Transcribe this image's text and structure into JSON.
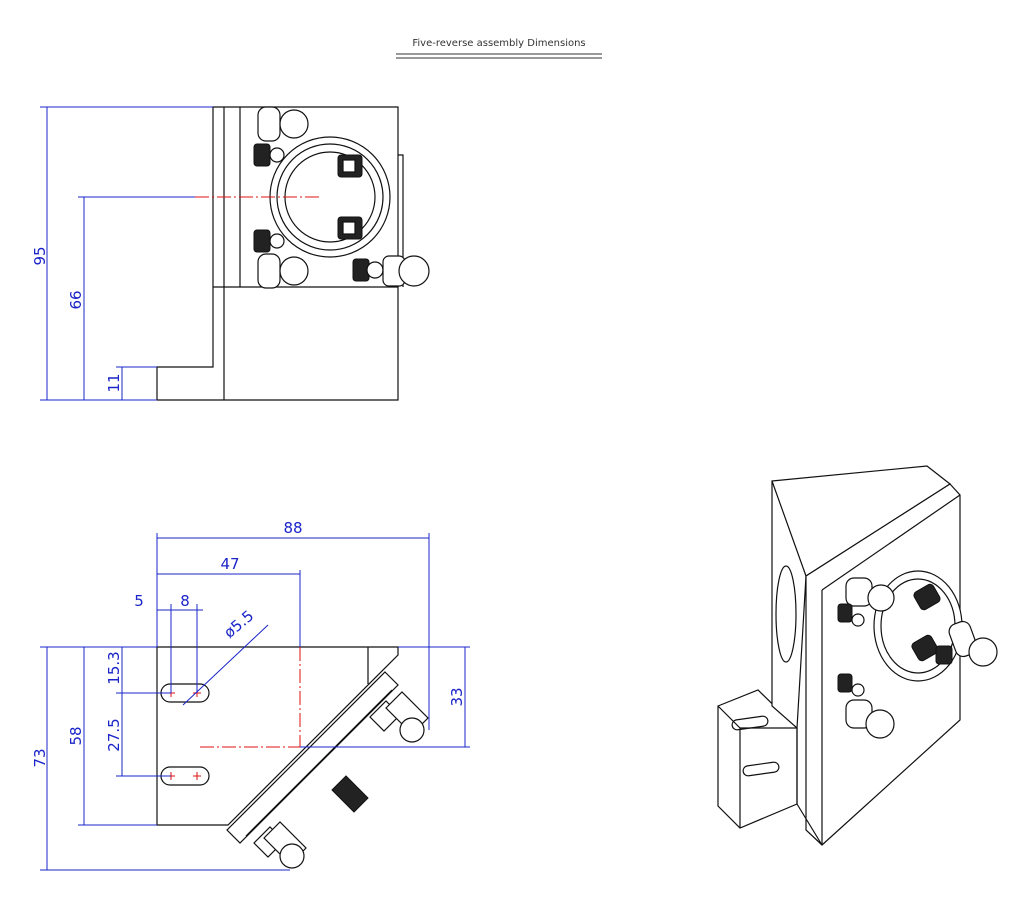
{
  "title": "Five-reverse assembly Dimensions",
  "colors": {
    "dimension": "#1a24c8",
    "centerline": "#e01010",
    "outline": "#111111"
  },
  "front_view": {
    "dims": {
      "height_total": "95",
      "center_height": "66",
      "base_height": "11"
    }
  },
  "top_view": {
    "dims": {
      "width_total": "88",
      "center_offset": "47",
      "slot_edge": "5",
      "slot_width": "8",
      "hole_dia": "ø5.5",
      "depth_total": "73",
      "base_depth": "58",
      "slot_top": "15.3",
      "slot_spacing": "27.5",
      "center_depth": "33"
    }
  }
}
